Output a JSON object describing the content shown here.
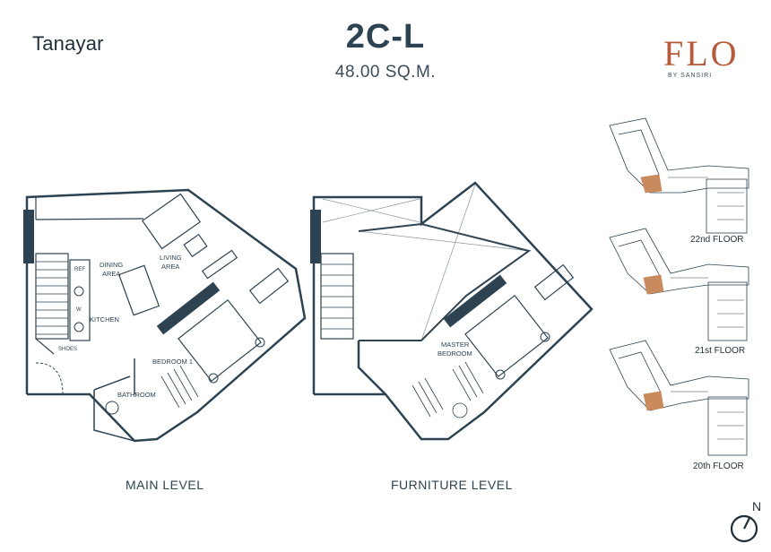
{
  "header": {
    "brand": "Tanayar",
    "unit_code": "2C-L",
    "area": "48.00 SQ.M.",
    "developer_logo": "FLO",
    "developer_sub": "BY SANSIRI"
  },
  "plans": {
    "main_label": "MAIN LEVEL",
    "furniture_label": "FURNITURE LEVEL",
    "main_rooms": {
      "dining": "DINING",
      "dining2": "AREA",
      "living": "LIVING",
      "living2": "AREA",
      "kitchen": "KITCHEN",
      "bedroom": "BEDROOM 1",
      "bathroom": "BATHROOM",
      "shoes": "SHOES",
      "ref": "REF",
      "w": "W"
    },
    "furniture_rooms": {
      "master": "MASTER",
      "master2": "BEDROOM"
    }
  },
  "keyplans": {
    "floor_22": "22nd FLOOR",
    "floor_21": "21st FLOOR",
    "floor_20": "20th FLOOR",
    "highlight_color": "#c98a5e"
  },
  "compass": {
    "label": "N"
  },
  "colors": {
    "wall": "#2e4352",
    "text": "#2e4352",
    "accent": "#b55a3a"
  }
}
